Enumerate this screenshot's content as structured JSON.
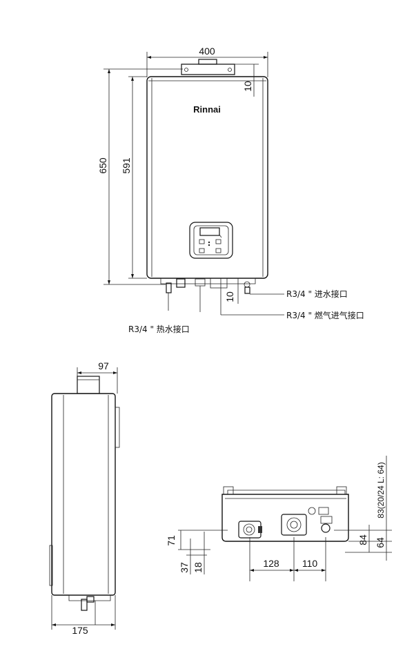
{
  "brand": {
    "name": "Rinnai"
  },
  "front_view": {
    "dims": {
      "width": "400",
      "height_total": "650",
      "height_body": "591",
      "top_gap": "10",
      "bottom_gap": "10"
    },
    "labels": {
      "water_inlet": "R3/4 \" 进水接口",
      "gas_inlet": "R3/4  \" 燃气进气接口",
      "hot_water_outlet": "R3/4  \" 热水接口"
    }
  },
  "side_view": {
    "dims": {
      "flue_depth": "97",
      "bottom_depth": "175"
    }
  },
  "bottom_view": {
    "dims": {
      "left_71": "71",
      "left_37": "37",
      "left_18": "18",
      "spacing_128": "128",
      "spacing_110": "110",
      "right_84": "84",
      "right_64": "64",
      "right_83": "83(20/24 L: 64)"
    }
  }
}
